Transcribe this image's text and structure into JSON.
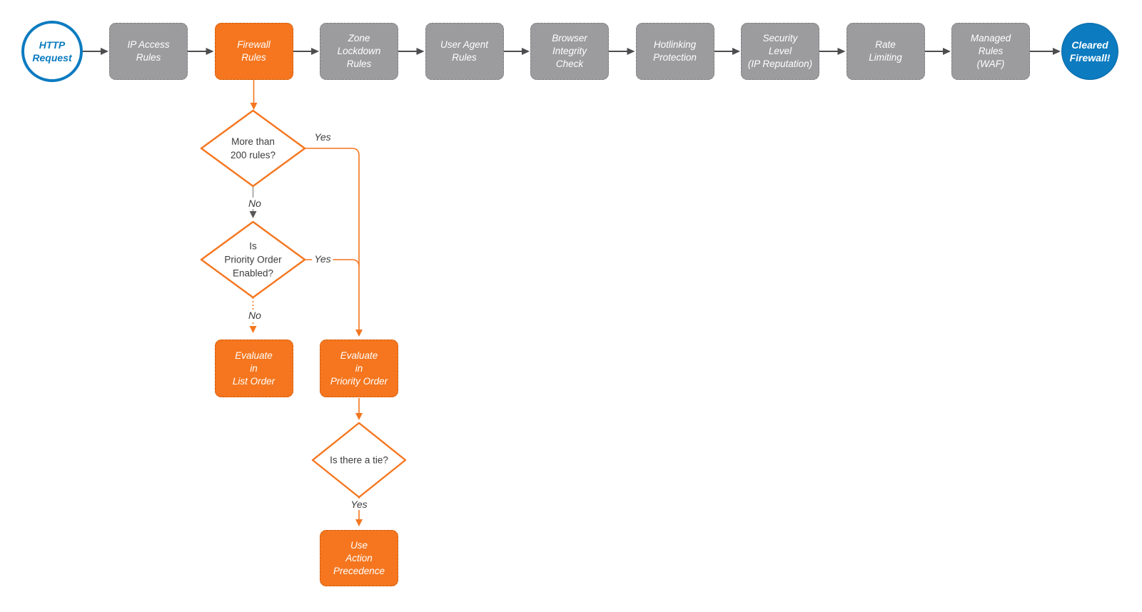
{
  "colors": {
    "orange": "#F5761E",
    "gray_box": "#9C9C9E",
    "blue": "#0C7BC0",
    "arrow_dark": "#4D4D50",
    "text_dark": "#3C3C3E"
  },
  "pipeline": {
    "start_label": "HTTP\nRequest",
    "stages": [
      {
        "label": "IP Access\nRules"
      },
      {
        "label": "Firewall\nRules"
      },
      {
        "label": "Zone\nLockdown\nRules"
      },
      {
        "label": "User Agent\nRules"
      },
      {
        "label": "Browser\nIntegrity\nCheck"
      },
      {
        "label": "Hotlinking\nProtection"
      },
      {
        "label": "Security\nLevel\n(IP Reputation)"
      },
      {
        "label": "Rate\nLimiting"
      },
      {
        "label": "Managed\nRules\n(WAF)"
      }
    ],
    "end_label": "Cleared\nFirewall!"
  },
  "branch": {
    "decision_rule_count": "More than\n200 rules?",
    "decision_priority_order": "Is\nPriority Order\nEnabled?",
    "decision_tie": "Is there a tie?",
    "process_list_order": "Evaluate\nin\nList Order",
    "process_priority_order": "Evaluate\nin\nPriority Order",
    "process_action_precedence": "Use\nAction\nPrecedence",
    "labels": {
      "yes1": "Yes",
      "no1": "No",
      "yes2": "Yes",
      "no2": "No",
      "yes3": "Yes"
    }
  }
}
